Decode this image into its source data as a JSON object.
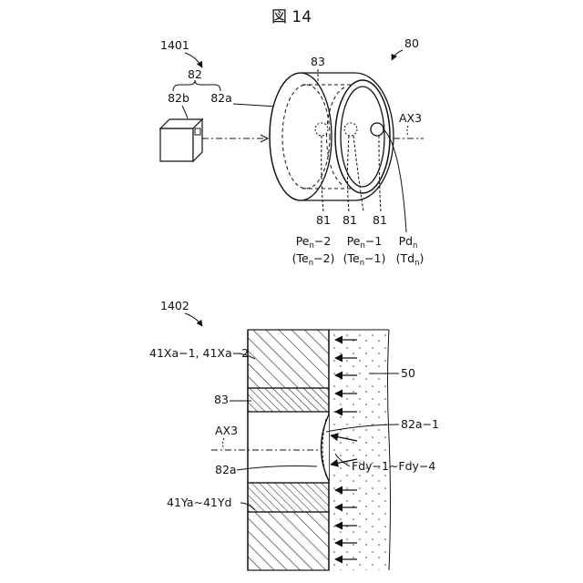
{
  "figure": {
    "title": "図 14"
  },
  "top": {
    "ref_label": "1401",
    "device_label": "80",
    "source_label": "82",
    "source_sub_b": "82b",
    "source_sub_a": "82a",
    "ring_label": "83",
    "axis_label": "AX3",
    "point_marks": [
      "81",
      "81",
      "81",
      "81"
    ],
    "pe2": {
      "main": "Pe",
      "sub": "n",
      "rest": "−2",
      "paren": "(Te",
      "paren_sub": "n",
      "paren_rest": "−2)"
    },
    "pe1": {
      "main": "Pe",
      "sub": "n",
      "rest": "−1",
      "paren": "(Te",
      "paren_sub": "n",
      "paren_rest": "−1)"
    },
    "pd": {
      "main": "Pd",
      "sub": "n",
      "rest": "",
      "paren": "(Td",
      "paren_sub": "n",
      "paren_rest": ")"
    }
  },
  "bottom": {
    "ref_label": "1402",
    "block_upper_label": "41Xa−1, 41Xa−2",
    "ring_label": "83",
    "axis_label": "AX3",
    "source_label": "82a",
    "lower_label": "41Ya∼41Yd",
    "medium_label": "50",
    "surface_label": "82a−1",
    "force_label": "Fdy−1∼Fdy−4"
  }
}
